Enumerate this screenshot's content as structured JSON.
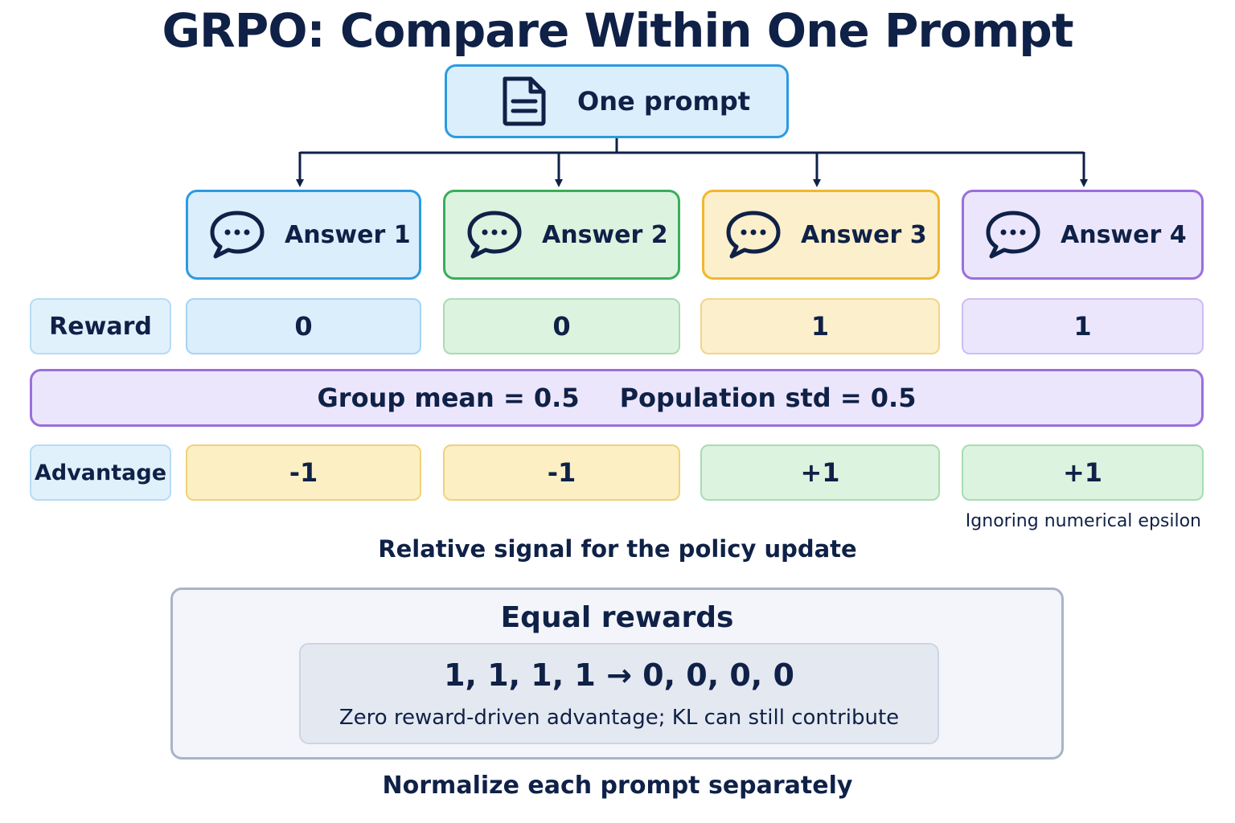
{
  "title": "GRPO: Compare Within One Prompt",
  "prompt": {
    "label": "One prompt"
  },
  "answers": [
    {
      "label": "Answer 1",
      "color": "#2b9be0",
      "fill": "#dbeefc"
    },
    {
      "label": "Answer 2",
      "color": "#3aae5a",
      "fill": "#dcf3df"
    },
    {
      "label": "Answer 3",
      "color": "#f0b730",
      "fill": "#fcefcc"
    },
    {
      "label": "Answer 4",
      "color": "#9a6fdc",
      "fill": "#ece6fc"
    }
  ],
  "rewards": {
    "label": "Reward",
    "values": [
      "0",
      "0",
      "1",
      "1"
    ]
  },
  "stats": {
    "mean": "Group mean = 0.5",
    "std": "Population std = 0.5"
  },
  "advantages": {
    "label": "Advantage",
    "values": [
      "-1",
      "-1",
      "+1",
      "+1"
    ]
  },
  "epsilon_note": "Ignoring numerical epsilon",
  "relative_caption": "Relative signal for the policy update",
  "equal_rewards": {
    "title": "Equal rewards",
    "sequence": "1, 1, 1, 1  →  0, 0, 0, 0",
    "note": "Zero reward-driven advantage; KL can still contribute"
  },
  "footer": "Normalize each prompt separately",
  "colors": {
    "navy": "#0f2147",
    "negative_fill": "#fcefc4",
    "negative_border": "#f1d27a",
    "positive_fill": "#dcf3df",
    "positive_border": "#a9dcb2"
  },
  "icons": {
    "prompt": "document-icon",
    "answer": "chat-bubble-icon"
  }
}
